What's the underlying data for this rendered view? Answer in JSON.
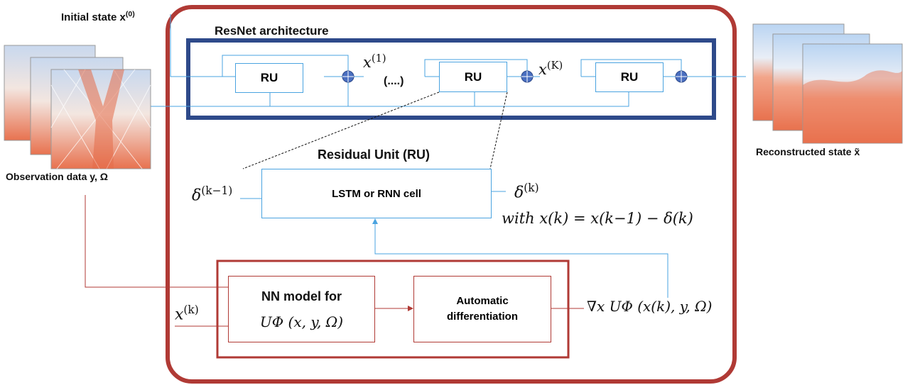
{
  "labels": {
    "initial_state": "Initial state x",
    "initial_state_sup": "(0)",
    "resnet_title": "ResNet architecture",
    "ru1": "RU",
    "ru2": "RU",
    "ru3": "RU",
    "x1": "x",
    "x1_sup": "(1)",
    "ellipsis": "(....)",
    "xK": "x",
    "xK_sup": "(K)",
    "residual_unit_title": "Residual Unit (RU)",
    "lstm_cell": "LSTM or RNN cell",
    "delta_in": "δ",
    "delta_in_sup": "(k−1)",
    "delta_out": "δ",
    "delta_out_sup": "(k)",
    "with_eq": "with x(k) = x(k−1) − δ(k)",
    "nn_model_line1": "NN model for",
    "nn_model_line2": "UΦ (x, y, Ω)",
    "autodiff": "Automatic differentiation",
    "xk_input": "x",
    "xk_input_sup": "(k)",
    "gradient": "∇x UΦ (x(k), y, Ω)",
    "observation": "Observation data y, Ω",
    "reconstructed": "Reconstructed state x̃"
  },
  "colors": {
    "outer_red": "#b03a35",
    "resnet_blue": "#2e4a8a",
    "light_blue": "#4aa3e0",
    "node_fill": "#4a6fc0"
  }
}
